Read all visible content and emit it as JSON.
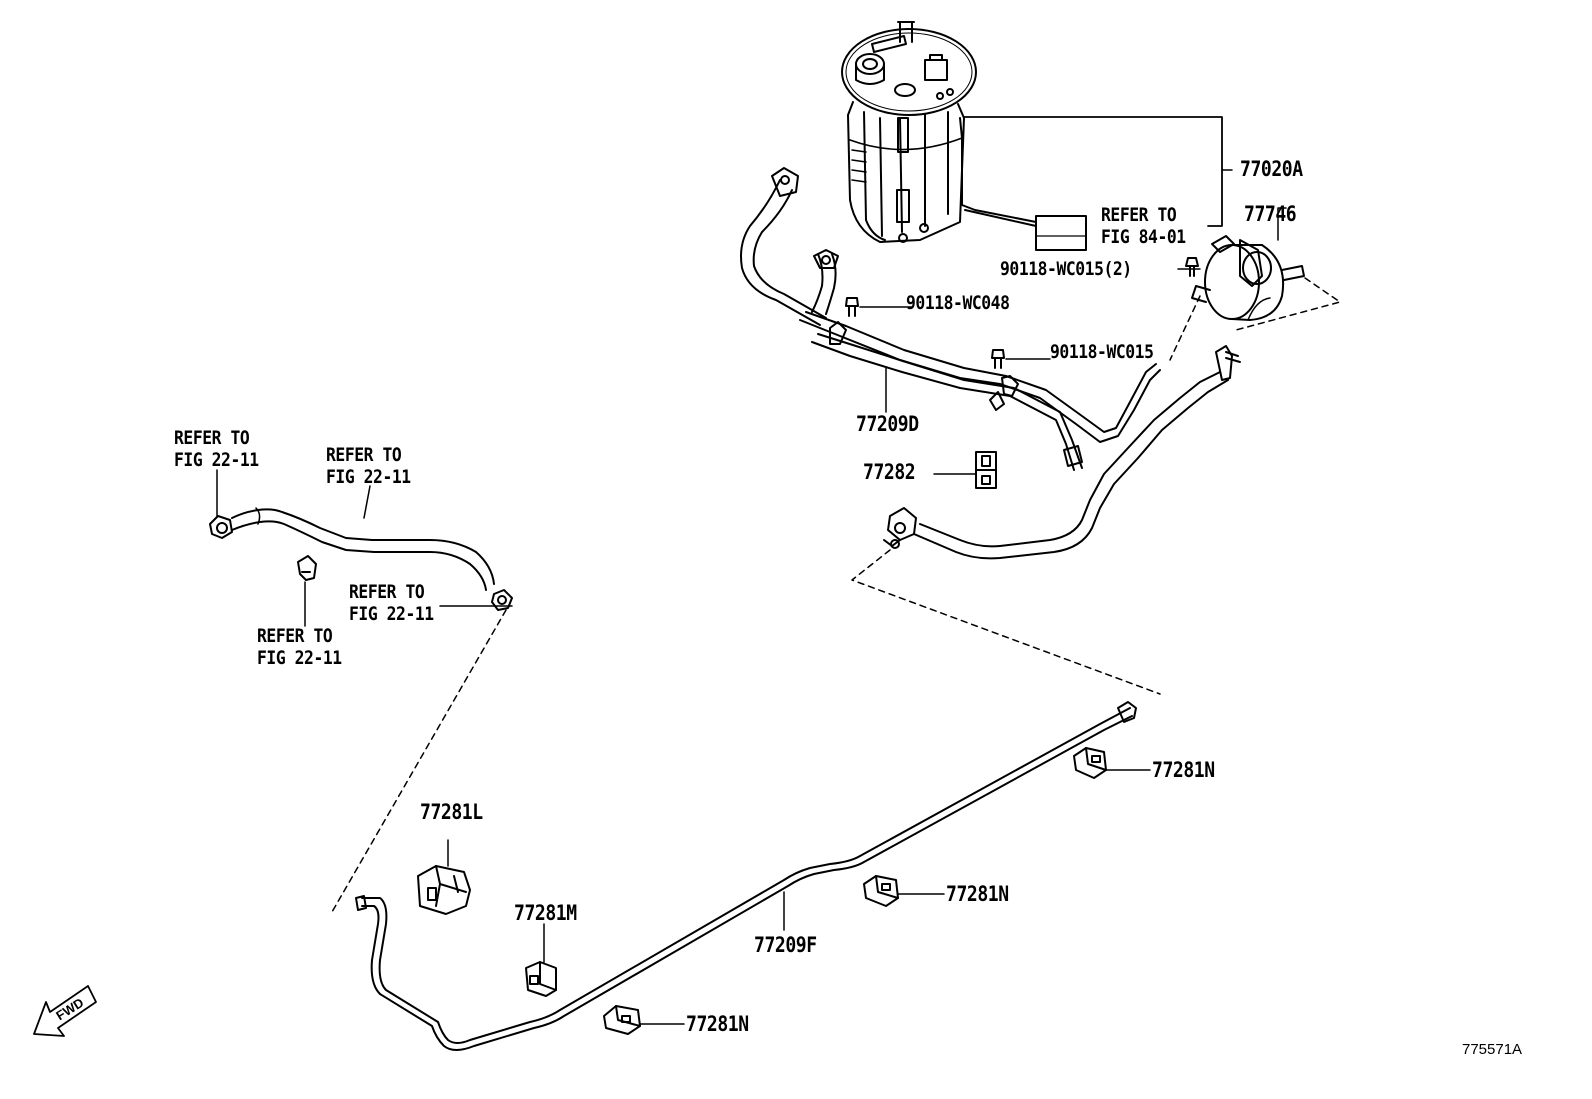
{
  "callouts": {
    "p77020A": "77020A",
    "p77746": "77746",
    "refer_84_l1": "REFER TO",
    "refer_84_l2": "FIG 84-01",
    "p90118_wc015_2": "90118-WC015(2)",
    "p90118_wc048": "90118-WC048",
    "p90118_wc015": "90118-WC015",
    "p77209D": "77209D",
    "p77282": "77282",
    "refer_a_l1": "REFER TO",
    "refer_a_l2": "FIG 22-11",
    "refer_b_l1": "REFER TO",
    "refer_b_l2": "FIG 22-11",
    "refer_c_l1": "REFER TO",
    "refer_c_l2": "FIG 22-11",
    "refer_d_l1": "REFER TO",
    "refer_d_l2": "FIG 22-11",
    "p77281L": "77281L",
    "p77281M": "77281M",
    "p77281N_a": "77281N",
    "p77281N_b": "77281N",
    "p77281N_c": "77281N",
    "p77209F": "77209F"
  },
  "fwd_label": "FWD",
  "diagram_id": "775571A",
  "colors": {
    "line": "#000000",
    "background": "#ffffff"
  }
}
